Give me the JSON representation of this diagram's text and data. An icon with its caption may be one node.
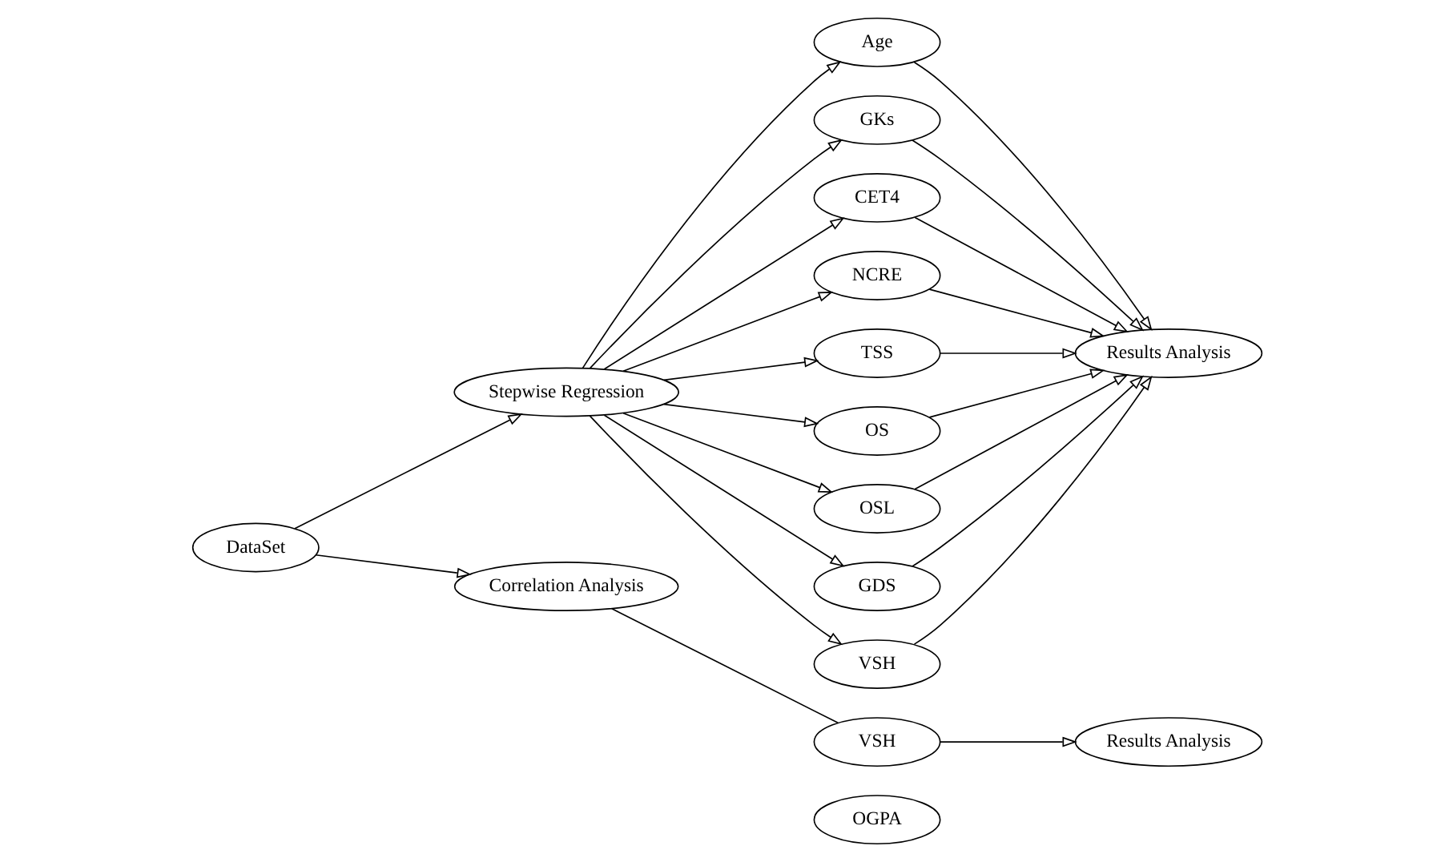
{
  "diagram": {
    "nodes": [
      {
        "text": [
          "DataSet"
        ]
      },
      {
        "text": [
          "Stepwise Regression"
        ]
      },
      {
        "text": [
          "Age"
        ]
      },
      {
        "text": [
          "GKs"
        ]
      },
      {
        "text": [
          "CET4"
        ]
      },
      {
        "text": [
          "NCRE"
        ]
      },
      {
        "text": [
          "TSS"
        ]
      },
      {
        "text": [
          "OS"
        ]
      },
      {
        "text": [
          "OSL"
        ]
      },
      {
        "text": [
          "GDS"
        ]
      },
      {
        "text": [
          "VSH"
        ]
      },
      {
        "text": [
          "Results Analysis"
        ]
      },
      {
        "text": [
          "Correlation Analysis"
        ]
      },
      {
        "text": [
          "VSH"
        ]
      },
      {
        "text": [
          "OGPA"
        ]
      },
      {
        "text": [
          "Results Analysis"
        ]
      }
    ],
    "edges": [
      {
        "from": 0,
        "to": 1,
        "arrow": "to"
      },
      {
        "from": 0,
        "to": 12,
        "arrow": "to"
      },
      {
        "from": 1,
        "to": 2,
        "arrow": "to"
      },
      {
        "from": 1,
        "to": 3,
        "arrow": "to"
      },
      {
        "from": 1,
        "to": 4,
        "arrow": "to"
      },
      {
        "from": 1,
        "to": 5,
        "arrow": "to"
      },
      {
        "from": 1,
        "to": 6,
        "arrow": "to"
      },
      {
        "from": 1,
        "to": 7,
        "arrow": "to"
      },
      {
        "from": 1,
        "to": 8,
        "arrow": "to"
      },
      {
        "from": 1,
        "to": 9,
        "arrow": "to"
      },
      {
        "from": 1,
        "to": 10,
        "arrow": "to"
      },
      {
        "from": 2,
        "to": 11,
        "arrow": "to"
      },
      {
        "from": 3,
        "to": 11,
        "arrow": "to"
      },
      {
        "from": 4,
        "to": 11,
        "arrow": "to"
      },
      {
        "from": 5,
        "to": 11,
        "arrow": "to"
      },
      {
        "from": 6,
        "to": 11,
        "arrow": "to"
      },
      {
        "from": 7,
        "to": 11,
        "arrow": "to"
      },
      {
        "from": 8,
        "to": 11,
        "arrow": "to"
      },
      {
        "from": 9,
        "to": 11,
        "arrow": "to"
      },
      {
        "from": 10,
        "to": 11,
        "arrow": "to"
      },
      {
        "from": 12,
        "to": 13,
        "arrow": "none"
      },
      {
        "from": 13,
        "to": 15,
        "arrow": "to"
      }
    ]
  }
}
